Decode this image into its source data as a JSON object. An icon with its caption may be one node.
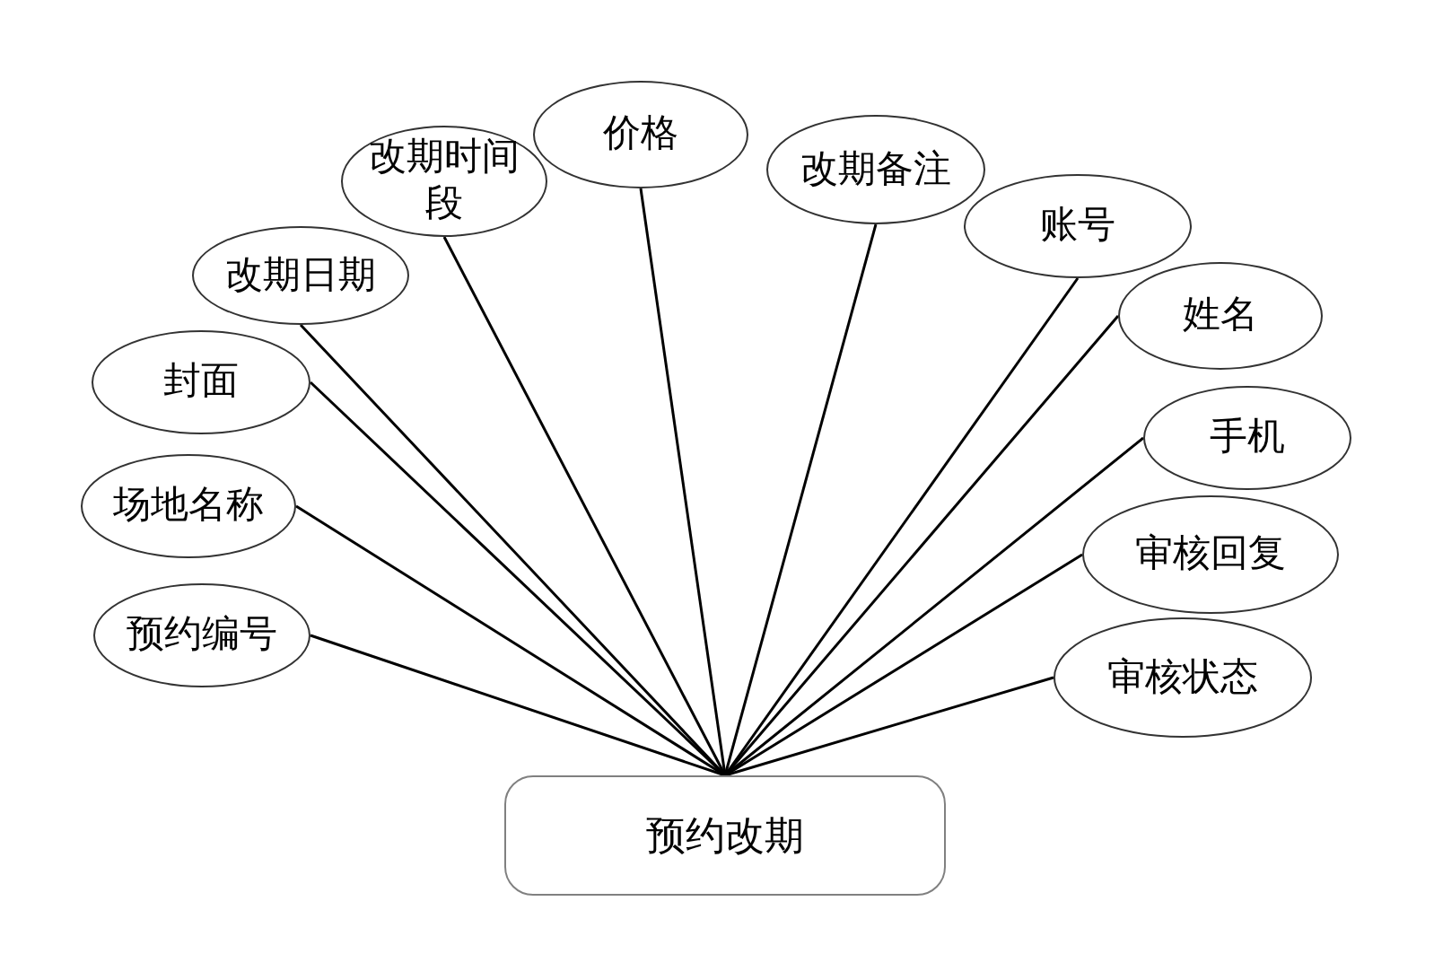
{
  "diagram": {
    "nodes": [
      {
        "text": [
          "价格"
        ]
      },
      {
        "text": [
          "改期备注"
        ]
      },
      {
        "text": [
          "改期时间段"
        ]
      },
      {
        "text": [
          "账号"
        ]
      },
      {
        "text": [
          "改期日期"
        ]
      },
      {
        "text": [
          "姓名"
        ]
      },
      {
        "text": [
          "封面"
        ]
      },
      {
        "text": [
          "手机"
        ]
      },
      {
        "text": [
          "场地名称"
        ]
      },
      {
        "text": [
          "审核回复"
        ]
      },
      {
        "text": [
          "预约编号"
        ]
      },
      {
        "text": [
          "审核状态"
        ]
      },
      {
        "text": [
          "预约改期"
        ]
      }
    ],
    "edges": [
      {
        "from": 0,
        "to": 12,
        "arrow": "none"
      },
      {
        "from": 1,
        "to": 12,
        "arrow": "none"
      },
      {
        "from": 2,
        "to": 12,
        "arrow": "none"
      },
      {
        "from": 3,
        "to": 12,
        "arrow": "none"
      },
      {
        "from": 4,
        "to": 12,
        "arrow": "none"
      },
      {
        "from": 5,
        "to": 12,
        "arrow": "none"
      },
      {
        "from": 6,
        "to": 12,
        "arrow": "none"
      },
      {
        "from": 7,
        "to": 12,
        "arrow": "none"
      },
      {
        "from": 8,
        "to": 12,
        "arrow": "none"
      },
      {
        "from": 9,
        "to": 12,
        "arrow": "none"
      },
      {
        "from": 10,
        "to": 12,
        "arrow": "none"
      },
      {
        "from": 11,
        "to": 12,
        "arrow": "none"
      }
    ]
  }
}
